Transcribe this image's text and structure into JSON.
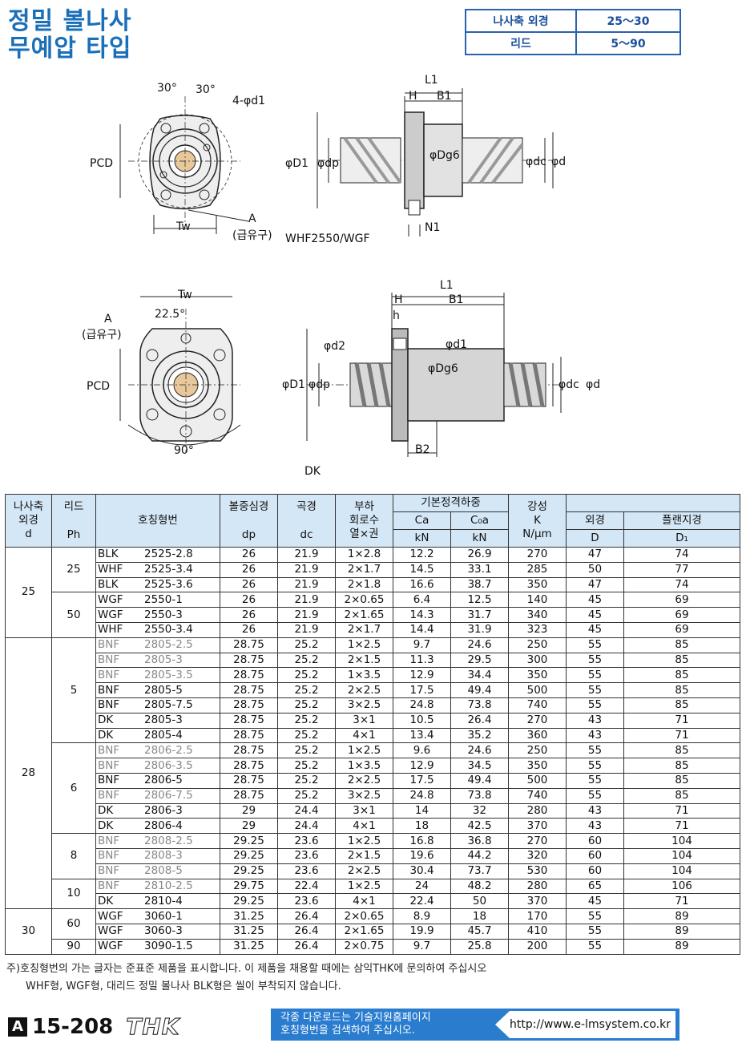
{
  "title": {
    "line1": "정밀 볼나사",
    "line2": "무예압 타입"
  },
  "spec_box": {
    "shaft_label": "나사축 외경",
    "shaft_value": "25～30",
    "lead_label": "리드",
    "lead_value": "5～90"
  },
  "diagram_labels": {
    "top": {
      "angle1": "30°",
      "angle2": "30°",
      "holes": "4-φd1",
      "pcd": "PCD",
      "tw": "Tw",
      "a": "A",
      "a_sub": "(급유구)",
      "model": "WHF2550/WGF",
      "l1": "L1",
      "h": "H",
      "b1": "B1",
      "d1": "φD1",
      "dp": "φdp",
      "dg6": "φDg6",
      "dc": "φdc",
      "d": "φd",
      "n1": "N1"
    },
    "bottom": {
      "tw": "Tw",
      "a": "A",
      "a_sub": "(급유구)",
      "angle": "22.5°",
      "pcd": "PCD",
      "angle90": "90°",
      "l1": "L1",
      "h": "H",
      "b1": "B1",
      "h_small": "h",
      "d2": "φd2",
      "d1_small": "φd1",
      "dg6": "φDg6",
      "d1": "φD1",
      "dp": "φdp",
      "dc": "φdc",
      "d": "φd",
      "b2": "B2",
      "model": "DK"
    }
  },
  "table": {
    "headers": {
      "shaft": [
        "나사축",
        "외경",
        "d"
      ],
      "lead": [
        "리드",
        "Ph"
      ],
      "model": "호칭형번",
      "dp": [
        "볼중심경",
        "dp"
      ],
      "dc": [
        "곡경",
        "dc"
      ],
      "circuits": [
        "부하",
        "회로수",
        "열×권"
      ],
      "rated": "기본정격하중",
      "ca": [
        "Ca",
        "kN"
      ],
      "c0a": [
        "C₀a",
        "kN"
      ],
      "stiff": [
        "강성",
        "K",
        "N/μm"
      ],
      "outer": [
        "외경",
        "D"
      ],
      "flange": [
        "플랜지경",
        "D₁"
      ]
    },
    "groups": [
      {
        "d": "25",
        "leads": [
          {
            "ph": "25",
            "rows": [
              {
                "type": "BLK",
                "code": "2525-2.8",
                "dp": "26",
                "dc": "21.9",
                "circ": "1×2.8",
                "ca": "12.2",
                "c0a": "26.9",
                "k": "270",
                "D": "47",
                "D1": "74",
                "grey": false
              },
              {
                "type": "WHF",
                "code": "2525-3.4",
                "dp": "26",
                "dc": "21.9",
                "circ": "2×1.7",
                "ca": "14.5",
                "c0a": "33.1",
                "k": "285",
                "D": "50",
                "D1": "77",
                "grey": false
              },
              {
                "type": "BLK",
                "code": "2525-3.6",
                "dp": "26",
                "dc": "21.9",
                "circ": "2×1.8",
                "ca": "16.6",
                "c0a": "38.7",
                "k": "350",
                "D": "47",
                "D1": "74",
                "grey": false
              }
            ]
          },
          {
            "ph": "50",
            "rows": [
              {
                "type": "WGF",
                "code": "2550-1",
                "dp": "26",
                "dc": "21.9",
                "circ": "2×0.65",
                "ca": "6.4",
                "c0a": "12.5",
                "k": "140",
                "D": "45",
                "D1": "69",
                "grey": false
              },
              {
                "type": "WGF",
                "code": "2550-3",
                "dp": "26",
                "dc": "21.9",
                "circ": "2×1.65",
                "ca": "14.3",
                "c0a": "31.7",
                "k": "340",
                "D": "45",
                "D1": "69",
                "grey": false
              },
              {
                "type": "WHF",
                "code": "2550-3.4",
                "dp": "26",
                "dc": "21.9",
                "circ": "2×1.7",
                "ca": "14.4",
                "c0a": "31.9",
                "k": "323",
                "D": "45",
                "D1": "69",
                "grey": false
              }
            ]
          }
        ]
      },
      {
        "d": "28",
        "leads": [
          {
            "ph": "5",
            "rows": [
              {
                "type": "BNF",
                "code": "2805-2.5",
                "dp": "28.75",
                "dc": "25.2",
                "circ": "1×2.5",
                "ca": "9.7",
                "c0a": "24.6",
                "k": "250",
                "D": "55",
                "D1": "85",
                "grey": true
              },
              {
                "type": "BNF",
                "code": "2805-3",
                "dp": "28.75",
                "dc": "25.2",
                "circ": "2×1.5",
                "ca": "11.3",
                "c0a": "29.5",
                "k": "300",
                "D": "55",
                "D1": "85",
                "grey": true
              },
              {
                "type": "BNF",
                "code": "2805-3.5",
                "dp": "28.75",
                "dc": "25.2",
                "circ": "1×3.5",
                "ca": "12.9",
                "c0a": "34.4",
                "k": "350",
                "D": "55",
                "D1": "85",
                "grey": true
              },
              {
                "type": "BNF",
                "code": "2805-5",
                "dp": "28.75",
                "dc": "25.2",
                "circ": "2×2.5",
                "ca": "17.5",
                "c0a": "49.4",
                "k": "500",
                "D": "55",
                "D1": "85",
                "grey": false
              },
              {
                "type": "BNF",
                "code": "2805-7.5",
                "dp": "28.75",
                "dc": "25.2",
                "circ": "3×2.5",
                "ca": "24.8",
                "c0a": "73.8",
                "k": "740",
                "D": "55",
                "D1": "85",
                "grey": false
              },
              {
                "type": "DK",
                "code": "2805-3",
                "dp": "28.75",
                "dc": "25.2",
                "circ": "3×1",
                "ca": "10.5",
                "c0a": "26.4",
                "k": "270",
                "D": "43",
                "D1": "71",
                "grey": false
              },
              {
                "type": "DK",
                "code": "2805-4",
                "dp": "28.75",
                "dc": "25.2",
                "circ": "4×1",
                "ca": "13.4",
                "c0a": "35.2",
                "k": "360",
                "D": "43",
                "D1": "71",
                "grey": false
              }
            ]
          },
          {
            "ph": "6",
            "rows": [
              {
                "type": "BNF",
                "code": "2806-2.5",
                "dp": "28.75",
                "dc": "25.2",
                "circ": "1×2.5",
                "ca": "9.6",
                "c0a": "24.6",
                "k": "250",
                "D": "55",
                "D1": "85",
                "grey": true
              },
              {
                "type": "BNF",
                "code": "2806-3.5",
                "dp": "28.75",
                "dc": "25.2",
                "circ": "1×3.5",
                "ca": "12.9",
                "c0a": "34.5",
                "k": "350",
                "D": "55",
                "D1": "85",
                "grey": true
              },
              {
                "type": "BNF",
                "code": "2806-5",
                "dp": "28.75",
                "dc": "25.2",
                "circ": "2×2.5",
                "ca": "17.5",
                "c0a": "49.4",
                "k": "500",
                "D": "55",
                "D1": "85",
                "grey": false
              },
              {
                "type": "BNF",
                "code": "2806-7.5",
                "dp": "28.75",
                "dc": "25.2",
                "circ": "3×2.5",
                "ca": "24.8",
                "c0a": "73.8",
                "k": "740",
                "D": "55",
                "D1": "85",
                "grey": true
              },
              {
                "type": "DK",
                "code": "2806-3",
                "dp": "29",
                "dc": "24.4",
                "circ": "3×1",
                "ca": "14",
                "c0a": "32",
                "k": "280",
                "D": "43",
                "D1": "71",
                "grey": false
              },
              {
                "type": "DK",
                "code": "2806-4",
                "dp": "29",
                "dc": "24.4",
                "circ": "4×1",
                "ca": "18",
                "c0a": "42.5",
                "k": "370",
                "D": "43",
                "D1": "71",
                "grey": false
              }
            ]
          },
          {
            "ph": "8",
            "rows": [
              {
                "type": "BNF",
                "code": "2808-2.5",
                "dp": "29.25",
                "dc": "23.6",
                "circ": "1×2.5",
                "ca": "16.8",
                "c0a": "36.8",
                "k": "270",
                "D": "60",
                "D1": "104",
                "grey": true
              },
              {
                "type": "BNF",
                "code": "2808-3",
                "dp": "29.25",
                "dc": "23.6",
                "circ": "2×1.5",
                "ca": "19.6",
                "c0a": "44.2",
                "k": "320",
                "D": "60",
                "D1": "104",
                "grey": true
              },
              {
                "type": "BNF",
                "code": "2808-5",
                "dp": "29.25",
                "dc": "23.6",
                "circ": "2×2.5",
                "ca": "30.4",
                "c0a": "73.7",
                "k": "530",
                "D": "60",
                "D1": "104",
                "grey": true
              }
            ]
          },
          {
            "ph": "10",
            "rows": [
              {
                "type": "BNF",
                "code": "2810-2.5",
                "dp": "29.75",
                "dc": "22.4",
                "circ": "1×2.5",
                "ca": "24",
                "c0a": "48.2",
                "k": "280",
                "D": "65",
                "D1": "106",
                "grey": true
              },
              {
                "type": "DK",
                "code": "2810-4",
                "dp": "29.25",
                "dc": "23.6",
                "circ": "4×1",
                "ca": "22.4",
                "c0a": "50",
                "k": "370",
                "D": "45",
                "D1": "71",
                "grey": false
              }
            ]
          }
        ]
      },
      {
        "d": "30",
        "leads": [
          {
            "ph": "60",
            "rows": [
              {
                "type": "WGF",
                "code": "3060-1",
                "dp": "31.25",
                "dc": "26.4",
                "circ": "2×0.65",
                "ca": "8.9",
                "c0a": "18",
                "k": "170",
                "D": "55",
                "D1": "89",
                "grey": false
              },
              {
                "type": "WGF",
                "code": "3060-3",
                "dp": "31.25",
                "dc": "26.4",
                "circ": "2×1.65",
                "ca": "19.9",
                "c0a": "45.7",
                "k": "410",
                "D": "55",
                "D1": "89",
                "grey": false
              }
            ]
          },
          {
            "ph": "90",
            "rows": [
              {
                "type": "WGF",
                "code": "3090-1.5",
                "dp": "31.25",
                "dc": "26.4",
                "circ": "2×0.75",
                "ca": "9.7",
                "c0a": "25.8",
                "k": "200",
                "D": "55",
                "D1": "89",
                "grey": false
              }
            ]
          }
        ]
      }
    ]
  },
  "notes": {
    "line1": "주)호칭형번의 가는 글자는 준표준 제품을 표시합니다. 이 제품을 채용할 때에는 삼익THK에 문의하여 주십시오",
    "line2": "WHF형, WGF형, 대리드 정밀 볼나사 BLK형은 씰이 부착되지 않습니다."
  },
  "footer": {
    "section_letter": "A",
    "page": "15-208",
    "brand": "THK",
    "banner_line1": "각종 다운로드는 기술지원홈페이지",
    "banner_line2": "호칭형번을 검색하여 주십시오.",
    "url": "http://www.e-lmsystem.co.kr"
  }
}
